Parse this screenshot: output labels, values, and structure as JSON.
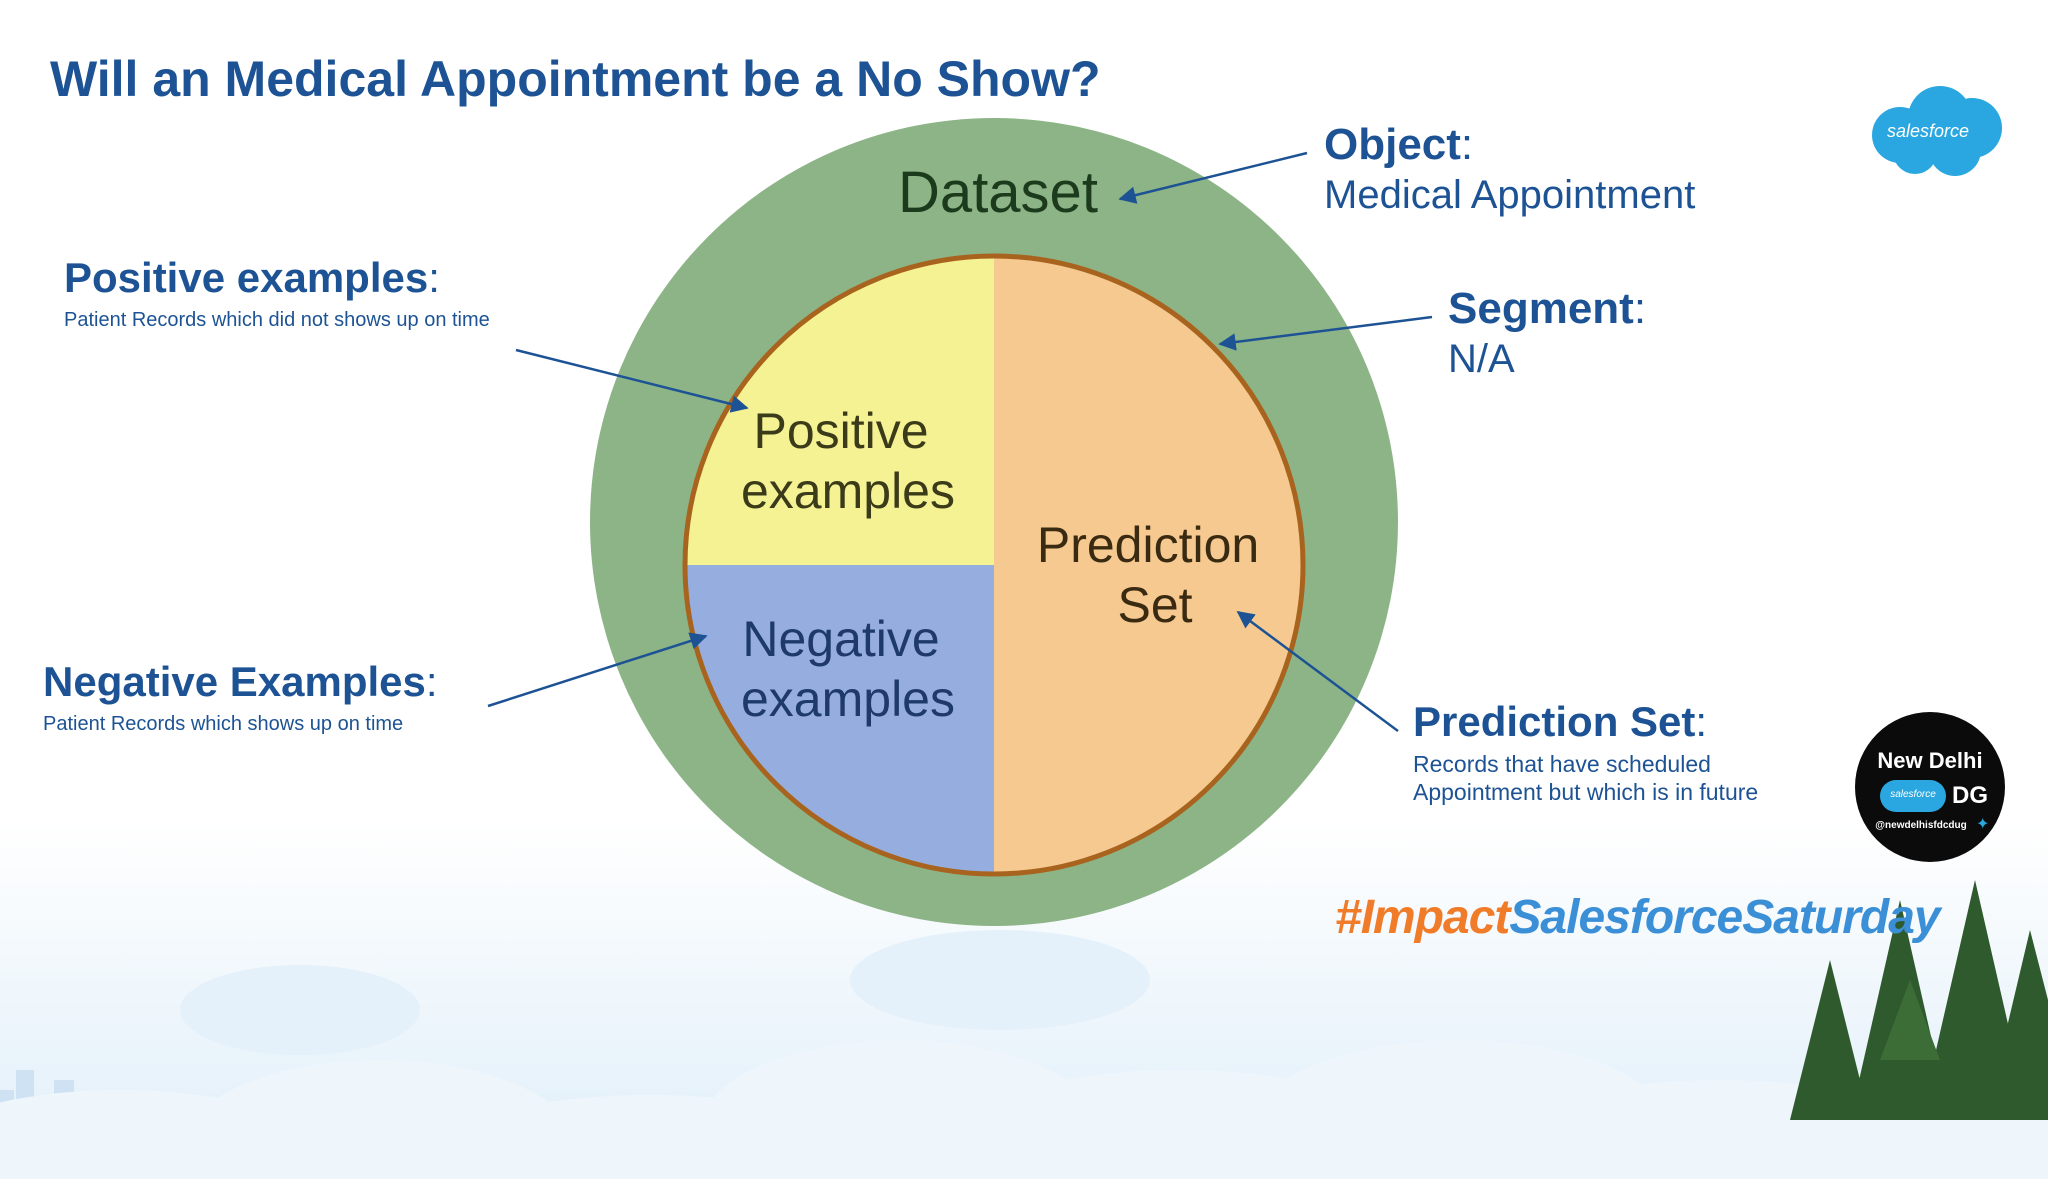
{
  "title": "Will an Medical Appointment be a No Show?",
  "diagram": {
    "outer_label": "Dataset",
    "positive_region": [
      "Positive",
      "examples"
    ],
    "negative_region": [
      "Negative",
      "examples"
    ],
    "prediction_region": [
      "Prediction",
      "Set"
    ]
  },
  "callouts": {
    "positive": {
      "heading": "Positive examples",
      "colon": ":",
      "description": "Patient Records which did not shows up on time"
    },
    "negative": {
      "heading": "Negative Examples",
      "colon": ":",
      "description": "Patient Records which shows up on time"
    },
    "object": {
      "heading": "Object",
      "colon": ":",
      "value": "Medical Appointment"
    },
    "segment": {
      "heading": "Segment",
      "colon": ":",
      "value": "N/A"
    },
    "prediction_set": {
      "heading": "Prediction Set",
      "colon": ":",
      "description": "Records that have scheduled Appointment but which is in future"
    }
  },
  "branding": {
    "salesforce_logo_text": "salesforce",
    "dg_badge": {
      "line1": "New Delhi",
      "cloud_text": "salesforce",
      "line2": "DG",
      "handle": "@newdelhisfdcdug"
    },
    "hashtag_part1": "#Impact",
    "hashtag_part2": "SalesforceSaturday"
  },
  "colors": {
    "title_blue": "#1d5394",
    "dataset_green": "#8db487",
    "positive_yellow": "#f5f294",
    "negative_blue": "#96aedf",
    "prediction_orange": "#f5c98f",
    "ring_brown": "#a8641e",
    "hashtag_orange": "#f07c2a",
    "hashtag_blue": "#3b8fd6"
  }
}
